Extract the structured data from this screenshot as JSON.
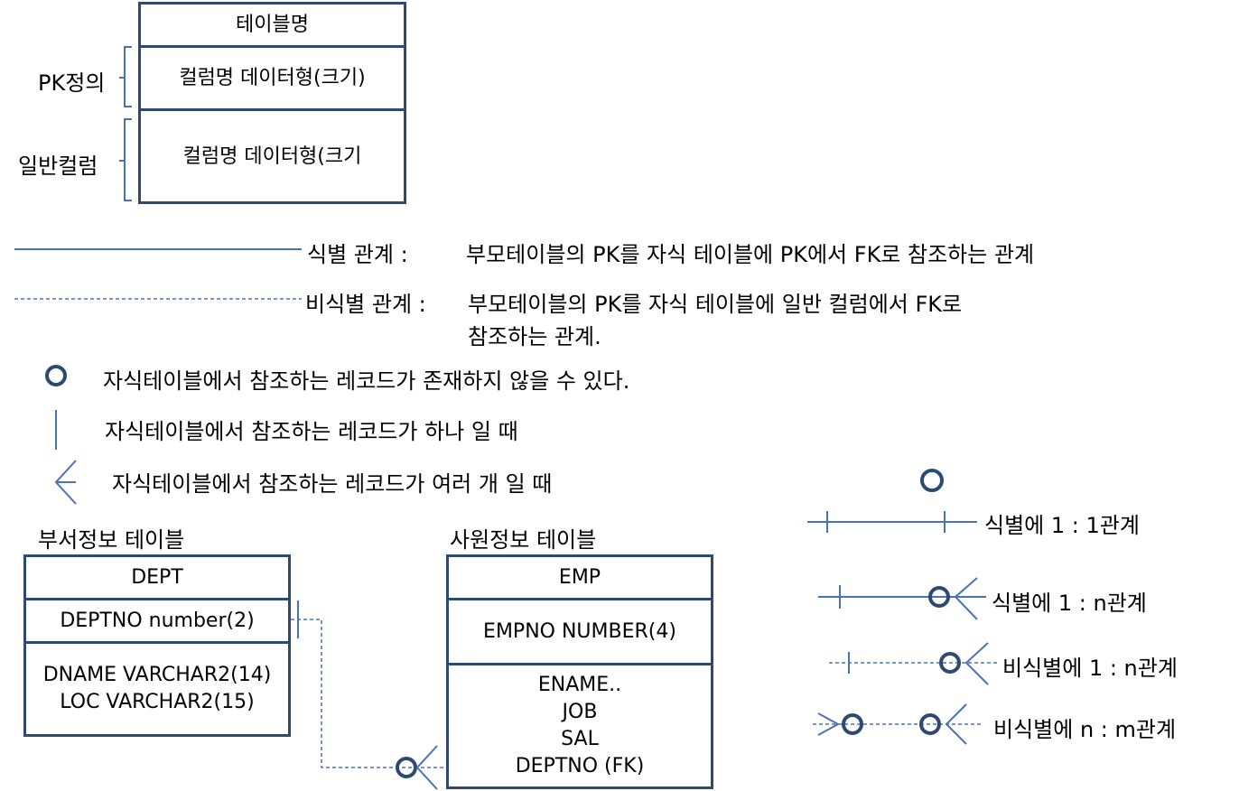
{
  "legend_table": {
    "title": "테이블명",
    "pk_row": "컬럼명 데이터형(크기)",
    "general_row": "컬럼명 데이터형(크기",
    "pk_label": "PK정의",
    "general_label": "일반컬럼"
  },
  "line_legend": {
    "identifying": {
      "name": "식별 관계 :",
      "desc": "부모테이블의 PK를 자식 테이블에 PK에서 FK로 참조하는 관계"
    },
    "non_identifying": {
      "name": "비식별 관계 :",
      "desc_line1": "부모테이블의 PK를 자식 테이블에 일반 컬럼에서  FK로",
      "desc_line2": "참조하는 관계."
    }
  },
  "symbols": {
    "circle": "자식테이블에서 참조하는 레코드가 존재하지 않을 수 있다.",
    "bar": "자식테이블에서 참조하는 레코드가 하나 일 때",
    "crow": "자식테이블에서 참조하는 레코드가 여러 개  일 때"
  },
  "relations": [
    "식별에 1 : 1관계",
    "식별에 1 : n관계",
    "비식별에 1 : n관계",
    "비식별에 n : m관계"
  ],
  "dept": {
    "caption": "부서정보 테이블",
    "name": "DEPT",
    "pk": "DEPTNO number(2)",
    "cols": [
      "DNAME VARCHAR2(14)",
      "LOC VARCHAR2(15)"
    ]
  },
  "emp": {
    "caption": "사원정보 테이블",
    "name": "EMP",
    "pk": "EMPNO NUMBER(4)",
    "cols": [
      "ENAME..",
      "JOB",
      "SAL",
      "DEPTNO (FK)"
    ]
  },
  "colors": {
    "line": "#4a72b8",
    "border": "#2c4a72"
  }
}
